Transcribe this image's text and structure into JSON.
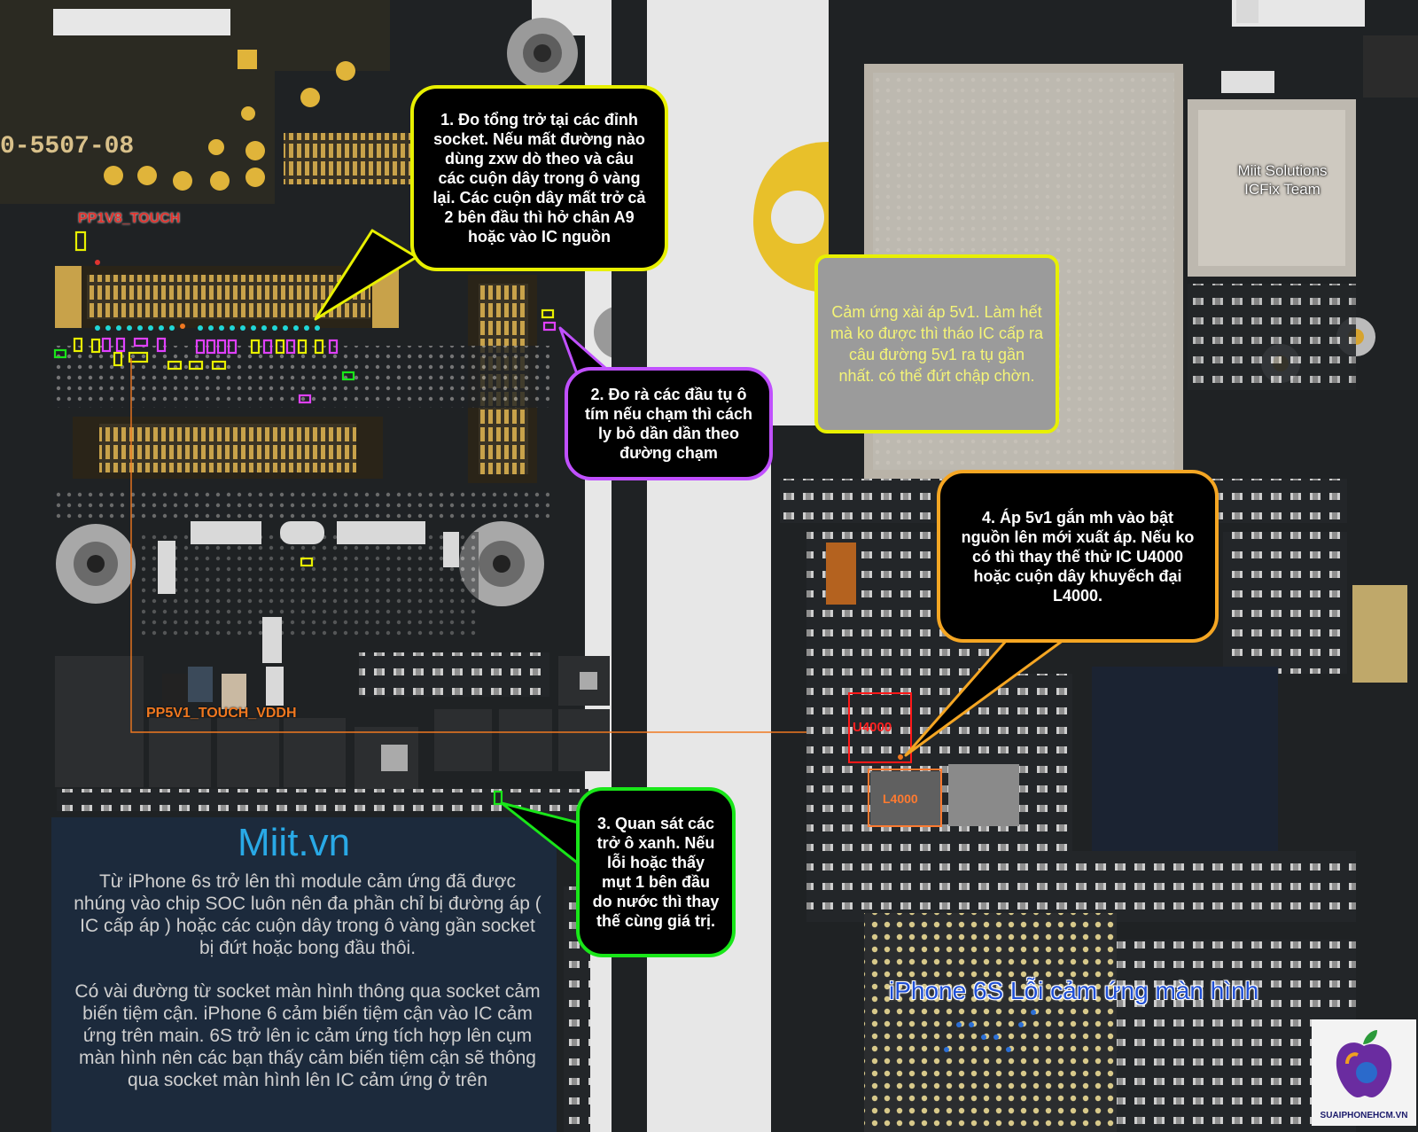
{
  "board_markings": {
    "part_number": "0-5507-08"
  },
  "labels": {
    "pp1v8_touch": "PP1V8_TOUCH",
    "pp5v1_touch_vddh": "PP5V1_TOUCH_VDDH",
    "u4000": "U4000",
    "l4000": "L4000"
  },
  "callouts": {
    "step1": "1. Đo tổng trở tại các đỉnh socket. Nếu mất đường nào dùng zxw dò theo và câu các cuộn dây trong ô vàng lại. Các cuộn dây mất trở cả 2 bên đầu thì hở chân A9 hoặc vào IC nguồn",
    "step2": "2. Đo rà các đầu tụ ô tím nếu chạm thì cách ly bỏ dần dần theo đường chạm",
    "step3": "3. Quan sát các trở ô xanh. Nếu lỗi hoặc thấy mụt 1 bên đầu do nước thì thay thế cùng giá trị.",
    "step4": "4. Áp 5v1 gắn mh vào bật nguồn lên mới xuất áp. Nếu ko có thì thay thế thử IC U4000 hoặc cuộn dây khuyếch đại L4000.",
    "note_gray": "Cảm ứng xài áp 5v1. Làm hết mà ko được thì tháo IC cấp ra câu đường 5v1 ra tụ gần nhất. có thể đứt chập chờn."
  },
  "brand": {
    "site": "Miit.vn",
    "team_line1": "Miit Solutions",
    "team_line2": "ICFix Team",
    "logo_text": "SUAIPHONEHCM.VN"
  },
  "description": {
    "p1": "Từ iPhone 6s trở lên thì module cảm ứng đã được nhúng vào chip SOC luôn nên đa phần chỉ bị đường áp ( IC cấp áp ) hoặc các cuộn dây trong ô vàng gần socket bị đứt hoặc bong đầu thôi.",
    "p2": "Có vài đường từ socket màn hình thông qua socket cảm biến tiệm cận. iPhone 6 cảm biến tiệm cận vào IC cảm ứng trên main. 6S trở lên ic cảm ứng tích hợp lên cụm màn hình nên các bạn thấy cảm biến tiệm cận sẽ thông qua socket màn hình lên IC cảm ứng ở trên"
  },
  "title": "iPhone 6S Lỗi cảm ứng màn hình",
  "colors": {
    "yellow_box": "#e8f000",
    "purple_box": "#c050ff",
    "green_box": "#19e619",
    "orange_box": "#f5a623",
    "trace_line": "#f07820",
    "board": "#1e2124"
  }
}
